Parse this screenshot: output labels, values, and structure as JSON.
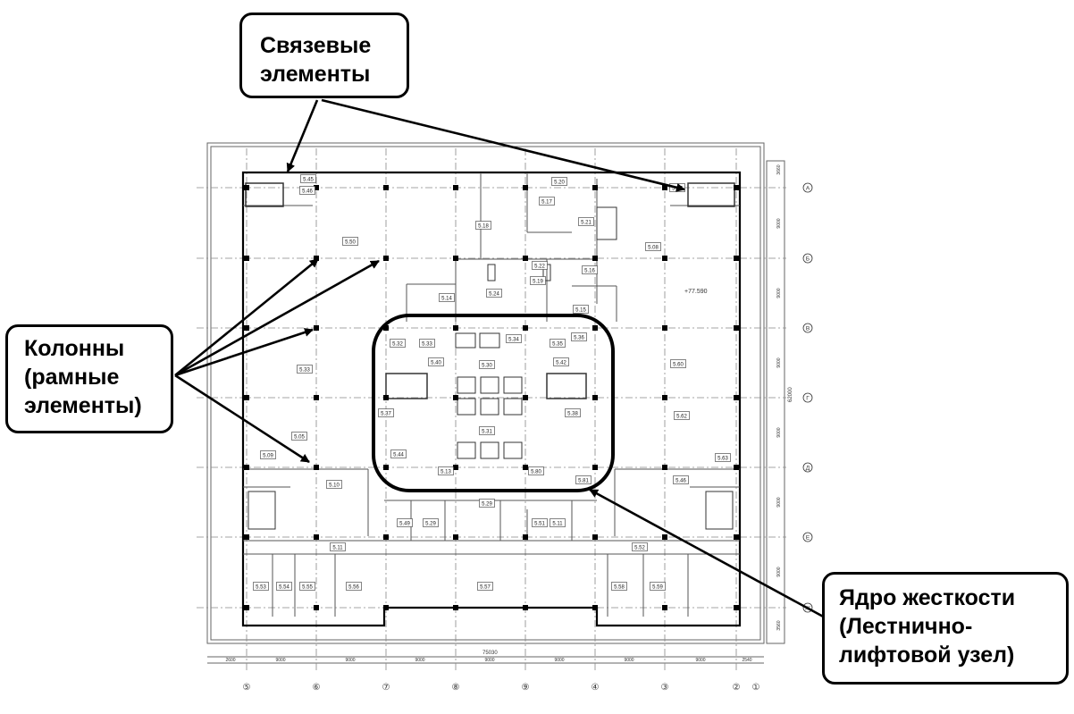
{
  "callouts": {
    "bracing": "Связевые\nэлементы",
    "columns": "Колонны\n(рамные\nэлементы)",
    "core": "Ядро жесткости\n(Лестнично-\nлифтовой узел)"
  },
  "plan": {
    "rooms": [
      "5.45",
      "5.46",
      "5.50",
      "5.18",
      "5.17",
      "5.20",
      "5.21",
      "5.47",
      "5.08",
      "5.22",
      "5.16",
      "5.19",
      "5.24",
      "5.14",
      "5.15",
      "5.32",
      "5.33",
      "5.34",
      "5.35",
      "5.36",
      "5.30",
      "5.40",
      "5.42",
      "5.33",
      "5.37",
      "5.38",
      "5.31",
      "5.60",
      "5.62",
      "5.63",
      "5.05",
      "5.44",
      "5.13",
      "5.80",
      "5.81",
      "5.09",
      "5.10",
      "5.46",
      "5.49",
      "5.29",
      "5.29",
      "5.51",
      "5.11",
      "5.11",
      "5.52",
      "5.53",
      "5.54",
      "5.55",
      "5.56",
      "5.57",
      "5.58",
      "5.59"
    ],
    "elevation": "+77.590",
    "axes_left_to_right": [
      "⑤",
      "⑥",
      "⑦",
      "⑧",
      "⑨",
      "④",
      "③",
      "②",
      "①"
    ],
    "axes_top_to_bottom": [
      "А",
      "Б",
      "В",
      "Г",
      "Д",
      "Е",
      "Ж"
    ],
    "dimensions_bottom": [
      "2600",
      "9000",
      "9000",
      "9000",
      "9000",
      "9000",
      "9000",
      "9000",
      "2540"
    ],
    "dimensions_right": [
      "3660",
      "9000",
      "9000",
      "9000",
      "9000",
      "9000",
      "9000",
      "3560"
    ],
    "total_width": "75030",
    "total_height": "62000"
  },
  "colors": {
    "ink": "#000000",
    "plan_line": "#555555",
    "grid_line": "#888888"
  }
}
